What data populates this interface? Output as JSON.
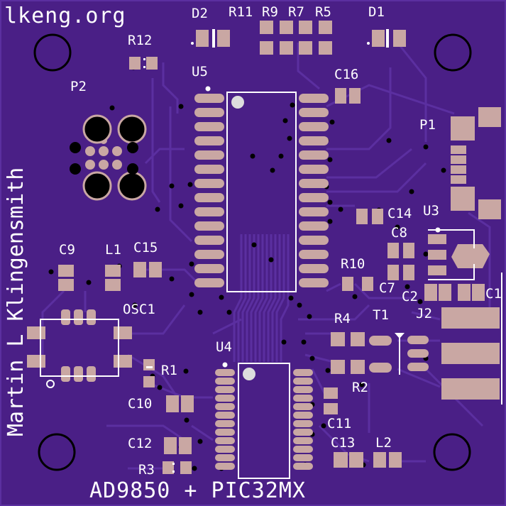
{
  "board": {
    "colors": {
      "substrate": "#4a1f86",
      "trace": "#5b2fa0",
      "pad": "#c9a7a3",
      "silkscreen": "#ffffff",
      "hole": "#000000"
    },
    "site_text": "lkeng.org",
    "author_text": "Martin L Klingensmith",
    "title_text": "AD9850 + PIC32MX"
  },
  "designators": {
    "d2": "D2",
    "r11": "R11",
    "r9": "R9",
    "r7": "R7",
    "r5": "R5",
    "d1": "D1",
    "r12": "R12",
    "u5": "U5",
    "c16": "C16",
    "p2": "P2",
    "p1": "P1",
    "c14": "C14",
    "u3": "U3",
    "c8": "C8",
    "c9": "C9",
    "l1": "L1",
    "c15": "C15",
    "r10": "R10",
    "c7": "C7",
    "c2": "C2",
    "c1": "C1",
    "osc1": "OSC1",
    "r4": "R4",
    "t1": "T1",
    "j2": "J2",
    "u4": "U4",
    "r1": "R1",
    "r2": "R2",
    "c10": "C10",
    "c11": "C11",
    "c12": "C12",
    "c13": "C13",
    "l2": "L2",
    "r3": "R3"
  }
}
